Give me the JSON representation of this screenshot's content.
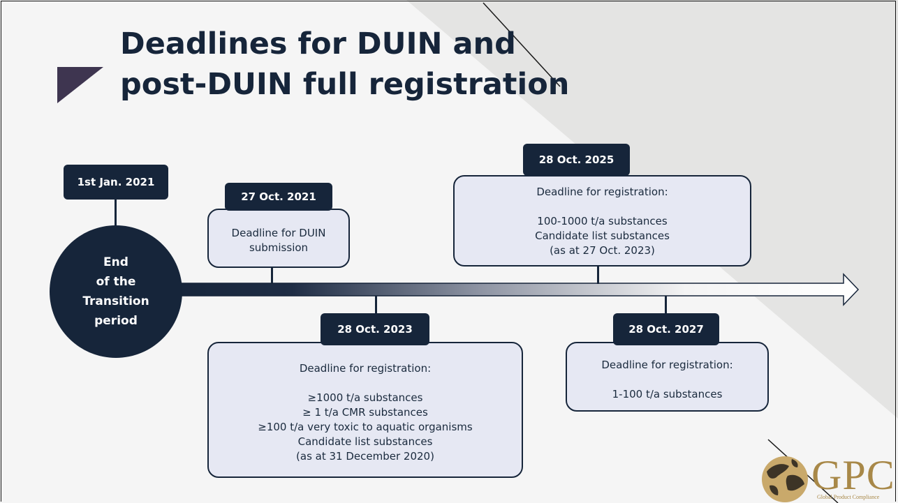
{
  "title": {
    "line1": "Deadlines for DUIN and",
    "line2": "post-DUIN full registration"
  },
  "start": {
    "date": "1st Jan. 2021",
    "circle_lines": [
      "End",
      "of the",
      "Transition",
      "period"
    ]
  },
  "milestones": [
    {
      "date": "27 Oct. 2021",
      "lines": [
        "Deadline for DUIN",
        "submission"
      ]
    },
    {
      "date": "28 Oct. 2023",
      "lines": [
        "Deadline for registration:",
        "",
        "≥1000 t/a substances",
        "≥ 1 t/a CMR substances",
        "≥100 t/a very toxic to aquatic organisms",
        "Candidate list substances",
        "(as at 31 December 2020)"
      ]
    },
    {
      "date": "28 Oct. 2025",
      "lines": [
        "Deadline for registration:",
        "",
        "100-1000 t/a substances",
        "Candidate list substances",
        "(as at 27 Oct. 2023)"
      ]
    },
    {
      "date": "28 Oct. 2027",
      "lines": [
        "Deadline for registration:",
        "",
        "1-100 t/a substances"
      ]
    }
  ],
  "logo": {
    "text": "GPC",
    "tagline": "Global Product Compliance"
  },
  "colors": {
    "navy": "#16253a",
    "box_fill": "#e6e8f3",
    "gold": "#a88848"
  }
}
